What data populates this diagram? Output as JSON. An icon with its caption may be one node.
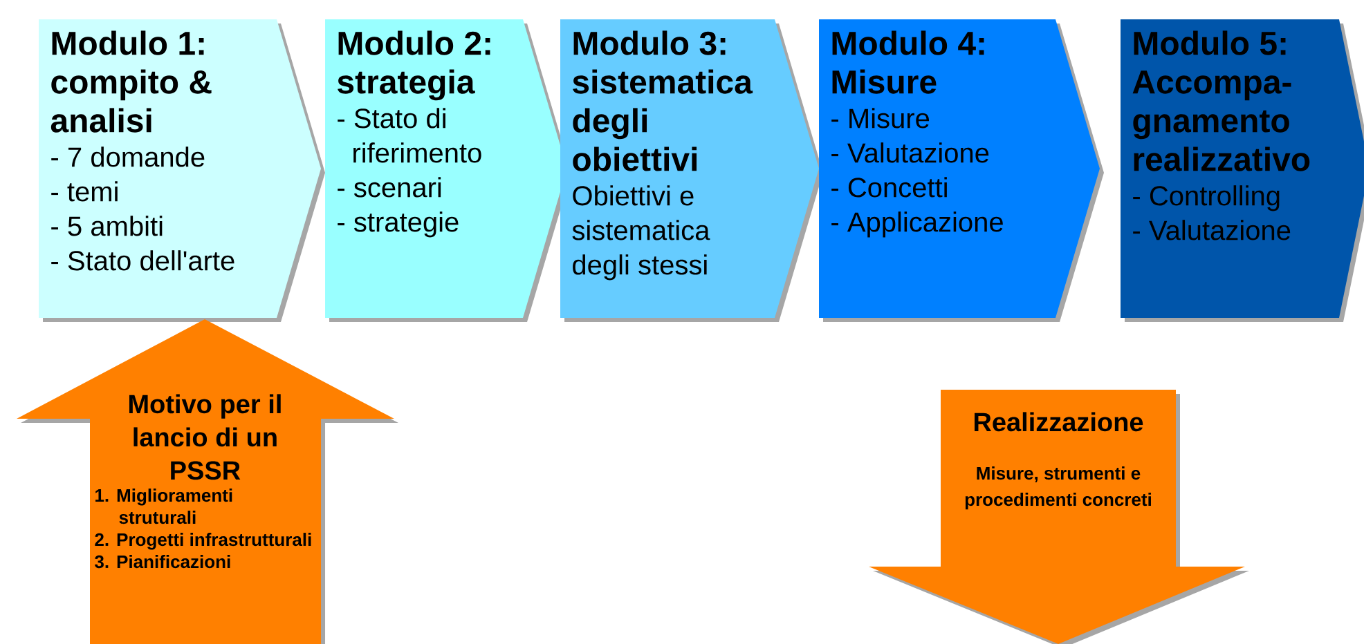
{
  "diagram": {
    "nodes": [
      {
        "text": [
          "Modulo 1: compito & analisi",
          "- 7 domande",
          "- temi",
          "- 5 ambiti",
          "- Stato dell'arte"
        ]
      },
      {
        "text": [
          "Modulo 2: strategia",
          "- Stato di riferimento",
          "- scenari",
          "- strategie"
        ]
      },
      {
        "text": [
          "Modulo 3: sistematica degli obiettivi",
          "Obiettivi e sistematica degli stessi"
        ]
      },
      {
        "text": [
          "Modulo 4: Misure",
          "- Misure",
          "- Valutazione",
          "- Concetti",
          "- Applicazione"
        ]
      },
      {
        "text": [
          "Modulo 5: Accompa-gnamento realizzativo",
          "- Controlling",
          "- Valutazione"
        ]
      },
      {
        "text": [
          "Motivo per il lancio di un PSSR",
          "1. Miglioramenti struturali",
          "2. Progetti infrastrutturali",
          "3. Pianificazioni"
        ]
      },
      {
        "text": [
          "Realizzazione",
          "Misure, strumenti e procedimenti concreti"
        ]
      }
    ]
  }
}
